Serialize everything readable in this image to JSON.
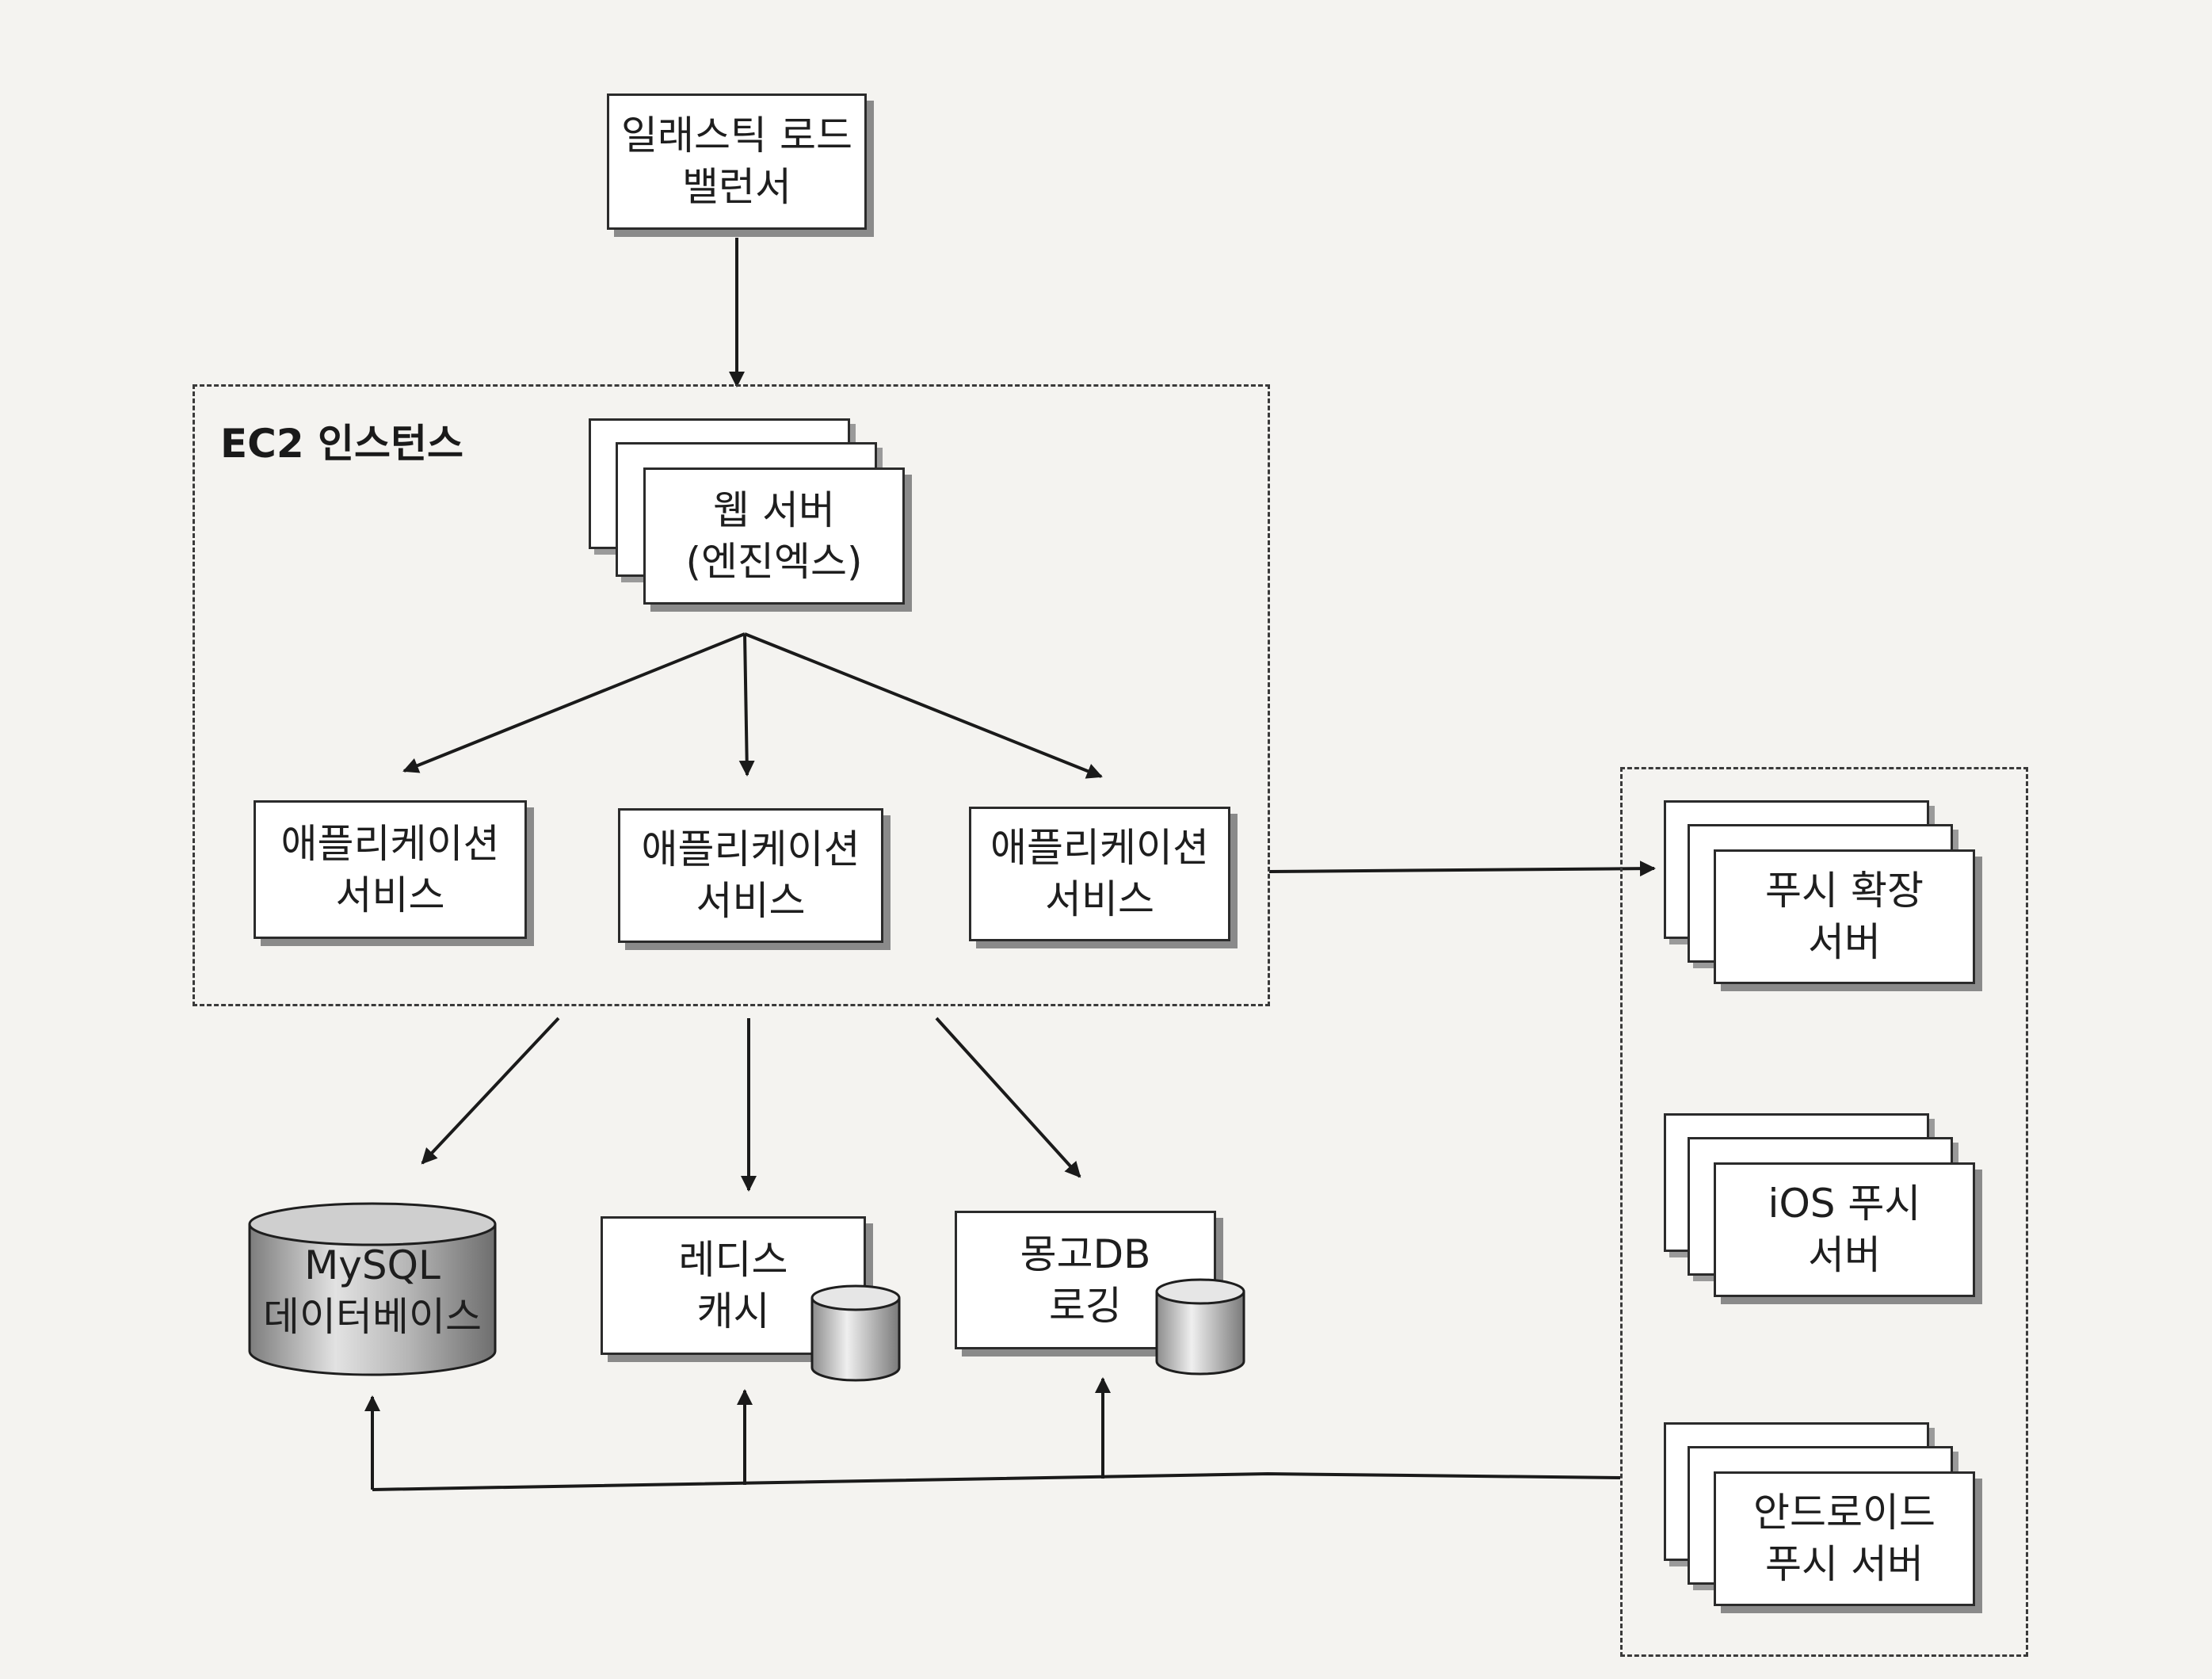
{
  "load_balancer": {
    "line1": "일래스틱 로드",
    "line2": "밸런서"
  },
  "ec2_region": {
    "label": "EC2 인스턴스"
  },
  "web_server": {
    "line1": "웹 서버",
    "line2": "(엔진엑스)"
  },
  "app_services": [
    {
      "line1": "애플리케이션",
      "line2": "서비스"
    },
    {
      "line1": "애플리케이션",
      "line2": "서비스"
    },
    {
      "line1": "애플리케이션",
      "line2": "서비스"
    }
  ],
  "mysql": {
    "line1": "MySQL",
    "line2": "데이터베이스"
  },
  "redis": {
    "line1": "레디스",
    "line2": "캐시"
  },
  "mongodb": {
    "line1": "몽고DB",
    "line2": "로깅"
  },
  "push_servers": [
    {
      "line1": "푸시 확장",
      "line2": "서버"
    },
    {
      "line1": "iOS 푸시",
      "line2": "서버"
    },
    {
      "line1": "안드로이드",
      "line2": "푸시 서버"
    }
  ],
  "colors": {
    "line": "#1a1a1a",
    "shadow": "#8a8a8a",
    "cylinder_gray": "#b8b8b8"
  }
}
